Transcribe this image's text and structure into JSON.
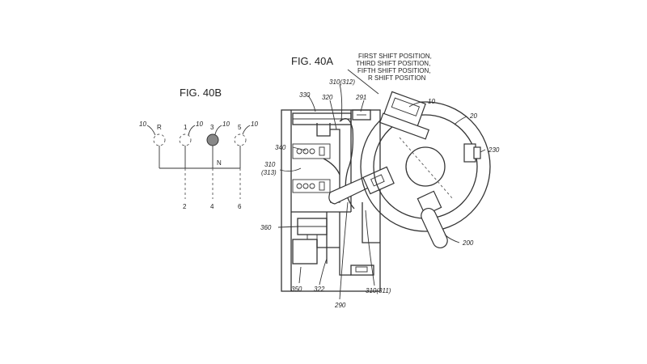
{
  "figures": {
    "fig_40a": "FIG. 40A",
    "fig_40b": "FIG. 40B"
  },
  "shift_note": [
    "FIRST SHIFT POSITION,",
    "THIRD SHIFT POSITION,",
    "FIFTH SHIFT POSITION,",
    "R SHIFT POSITION"
  ],
  "fig_40b": {
    "top_positions": [
      "R",
      "1",
      "3",
      "5"
    ],
    "bottom_positions": [
      "2",
      "4",
      "6"
    ],
    "neutral": "N",
    "ref_label": "10",
    "selected_position": "3"
  },
  "fig_40a_labels": {
    "l330": "330",
    "l310_312": "310(312)",
    "l320": "320",
    "l291": "291",
    "l10": "10",
    "l20": "20",
    "l340": "340",
    "l230": "230",
    "l310": "310",
    "l313": "(313)",
    "l360": "360",
    "l200": "200",
    "l310_311": "310(311)",
    "l350": "350",
    "l322": "322",
    "l290": "290"
  }
}
